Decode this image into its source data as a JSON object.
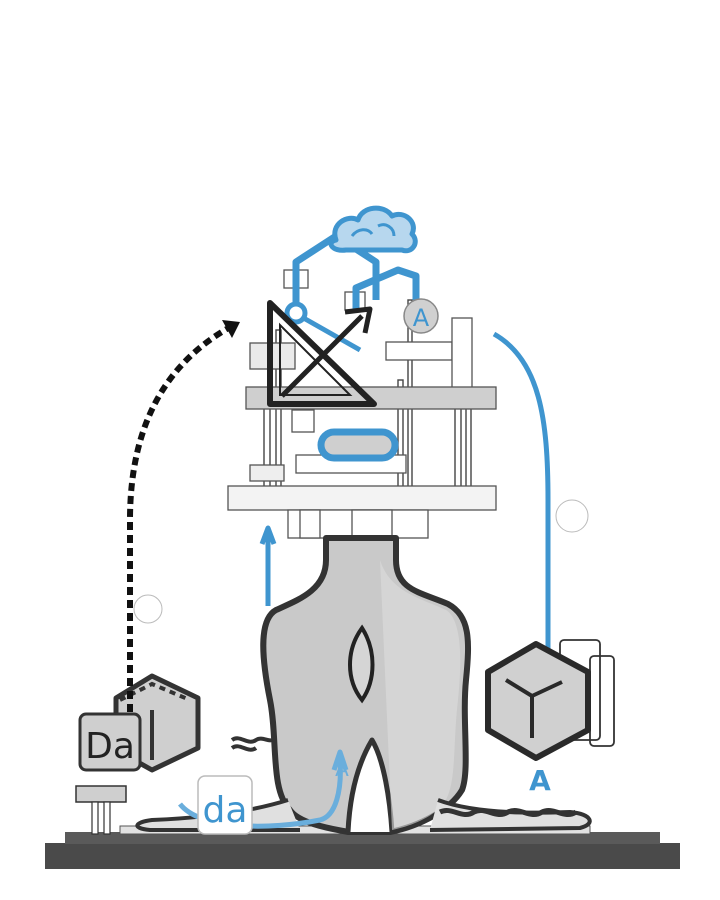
{
  "colors": {
    "accent": "#3f95cf",
    "accent_light": "#6aaedc",
    "outline": "#333333",
    "base": "#4a4a4a",
    "body_fill": "#c9c9c9",
    "panel": "#e6e6e6",
    "white": "#ffffff"
  },
  "labels": {
    "badge_da_upper": "Da",
    "badge_da_lower": "da",
    "node_a": "A",
    "arrow_a": "A",
    "small_a": "A"
  },
  "icons": {
    "cloud": "cloud-icon",
    "ruler_triangle": "set-square-icon",
    "hex_box_left": "hexagon-frame-icon",
    "hex_box_right": "isometric-cube-icon"
  }
}
